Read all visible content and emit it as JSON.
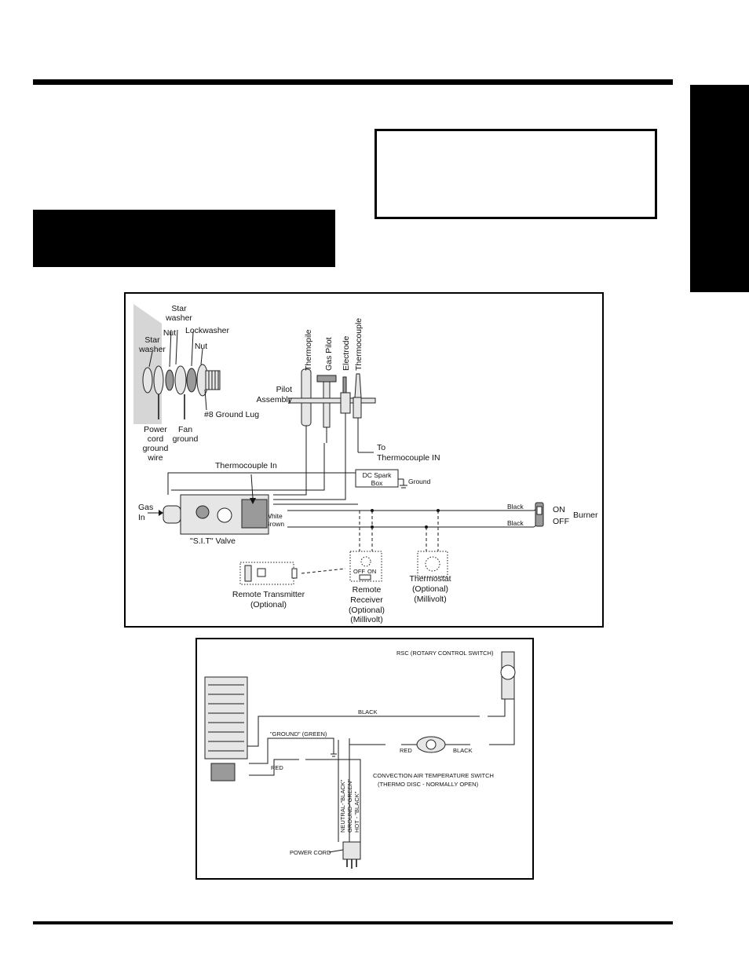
{
  "colors": {
    "rule": "#000000",
    "tab": "#000000",
    "panel_black": "#000000",
    "shadow": "#d6d6d6"
  },
  "diagram1": {
    "ground_parts": {
      "star_washer_top": [
        "Star",
        "washer"
      ],
      "nut_left": "Nut",
      "star_washer_left": [
        "Star",
        "washer"
      ],
      "lockwasher": "Lockwasher",
      "nut_right": "Nut",
      "ground_lug": "#8 Ground Lug",
      "power_cord": [
        "Power",
        "cord",
        "ground",
        "wire"
      ],
      "fan_ground": [
        "Fan",
        "ground"
      ]
    },
    "pilot": {
      "thermopile": "Thermopile",
      "gas_pilot": "Gas Pilot",
      "electrode": "Electrode",
      "thermocouple": "Thermocouple",
      "assembly": [
        "Pilot",
        "Assembly"
      ],
      "to_tc": [
        "To",
        "Thermocouple IN"
      ]
    },
    "valve": {
      "thermocouple_in": "Thermocouple In",
      "gas_in": [
        "Gas",
        "In"
      ],
      "name": "\"S.I.T\" Valve",
      "white": "White",
      "brown": "Brown"
    },
    "spark": {
      "box": [
        "DC Spark",
        "Box"
      ],
      "ground": "Ground"
    },
    "switch": {
      "black1": "Black",
      "black2": "Black",
      "on": "ON",
      "off": "OFF",
      "burner": "Burner"
    },
    "remote_transmitter": [
      "Remote Transmitter",
      "(Optional)"
    ],
    "remote_receiver": [
      "Remote",
      "Receiver",
      "(Optional)",
      "(Millivolt)"
    ],
    "receiver_switch": {
      "off": "OFF",
      "on": "ON"
    },
    "thermostat": [
      "Thermostat",
      "(Optional)",
      "(Millivolt)"
    ]
  },
  "diagram2": {
    "rsc": "RSC (ROTARY CONTROL SWITCH)",
    "black_top": "BLACK",
    "ground": "\"GROUND\" (GREEN)",
    "red_left": "RED",
    "red_mid": "RED",
    "black_mid": "BLACK",
    "conv_switch": [
      "CONVECTION AIR TEMPERATURE SWITCH",
      "(THERMO DISC - NORMALLY OPEN)"
    ],
    "cord_neutral": "NEUTRAL-\"BLACK\"",
    "cord_ground": "GROUND-\"GREEN\"",
    "cord_hot": "HOT - \"BLACK\"",
    "power_cord": "POWER CORD"
  }
}
